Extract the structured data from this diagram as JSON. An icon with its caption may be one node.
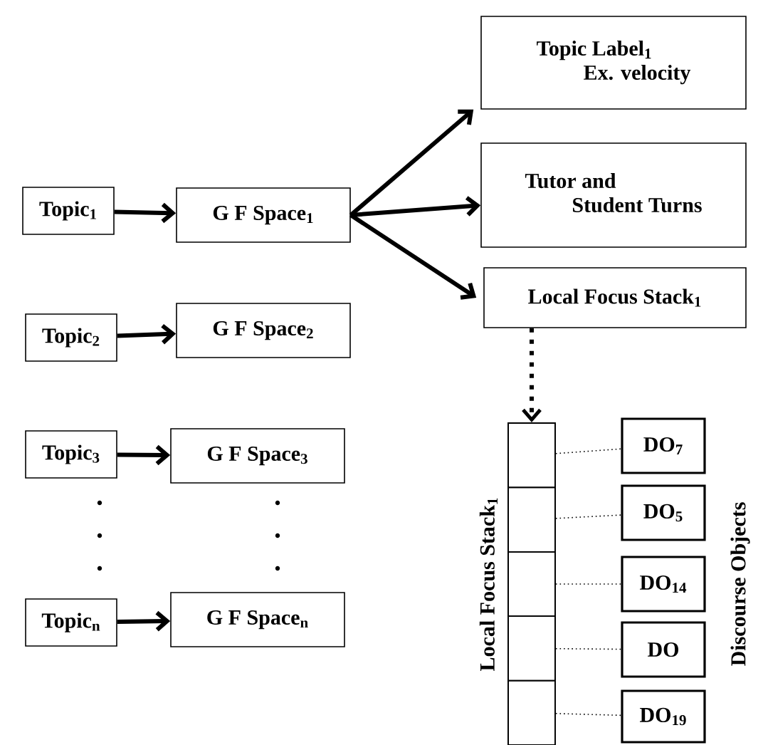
{
  "diagram": {
    "nodes": [
      {
        "text": [
          "Topic$_{1}$"
        ]
      },
      {
        "text": [
          "G F Space$_{1}$"
        ]
      },
      {
        "text": [
          "Topic Label$_{1}$",
          "Ex. velocity"
        ]
      },
      {
        "text": [
          "Tutor and",
          "Student Turns"
        ]
      },
      {
        "text": [
          "Local Focus Stack$_{1}$"
        ]
      },
      {
        "text": [
          "Topic$_{2}$"
        ]
      },
      {
        "text": [
          "G F Space$_{2}$"
        ]
      },
      {
        "text": [
          "Topic$_{3}$"
        ]
      },
      {
        "text": [
          "G F Space$_{3}$"
        ]
      },
      {
        "text": [
          "Topic$_{n}$"
        ]
      },
      {
        "text": [
          "G F Space$_{n}$"
        ]
      },
      {
        "text": [],
        "shape": "box",
        "beside": [
          "Local Focus Stack$_{1}$"
        ]
      },
      {
        "text": [],
        "shape": "box",
        "in": 11
      },
      {
        "text": [],
        "shape": "box",
        "in": 11
      },
      {
        "text": [],
        "shape": "box",
        "in": 11
      },
      {
        "text": [],
        "shape": "box",
        "in": 11
      },
      {
        "text": [],
        "shape": "box",
        "in": 11
      },
      {
        "text": [
          "DO$_{7}$"
        ]
      },
      {
        "text": [
          "DO$_{5}$"
        ]
      },
      {
        "text": [
          "DO$_{14}$"
        ]
      },
      {
        "text": [
          "DO"
        ]
      },
      {
        "text": [
          "DO$_{19}$"
        ]
      }
    ],
    "edges": [
      {
        "from": 0,
        "to": 1,
        "arrow": "to"
      },
      {
        "from": 1,
        "to": 2,
        "arrow": "to"
      },
      {
        "from": 1,
        "to": 3,
        "arrow": "to"
      },
      {
        "from": 1,
        "to": 4,
        "arrow": "to"
      },
      {
        "from": 5,
        "to": 6,
        "arrow": "to"
      },
      {
        "from": 7,
        "to": 8,
        "arrow": "to"
      },
      {
        "from": 9,
        "to": 10,
        "arrow": "to"
      },
      {
        "from": 4,
        "to": 11,
        "arrow": "to",
        "style": "dashed"
      },
      {
        "from": 12,
        "to": 17,
        "arrow": "none",
        "style": "dashed"
      },
      {
        "from": 13,
        "to": 18,
        "arrow": "none",
        "style": "dashed"
      },
      {
        "from": 14,
        "to": 19,
        "arrow": "none",
        "style": "dashed"
      },
      {
        "from": 15,
        "to": 20,
        "arrow": "none",
        "style": "dashed"
      },
      {
        "from": 16,
        "to": 21,
        "arrow": "none",
        "style": "dashed"
      }
    ],
    "labels": [
      "Discourse Objects"
    ]
  }
}
